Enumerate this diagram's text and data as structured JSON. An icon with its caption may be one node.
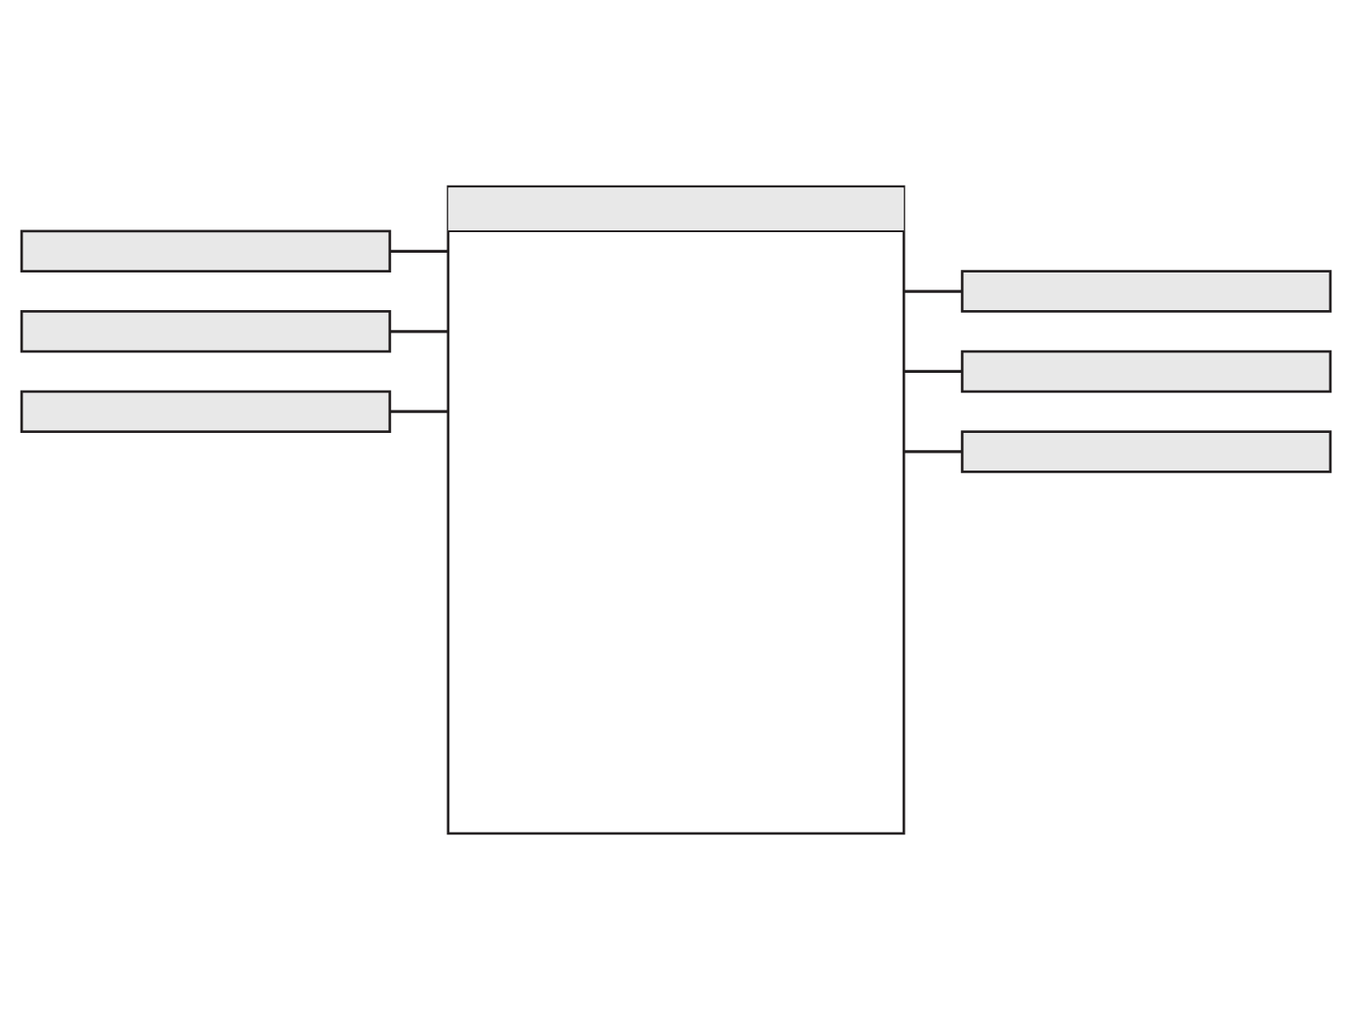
{
  "diagram": {
    "nodes": [
      {
        "text": [],
        "shape": "box"
      },
      {
        "text": [],
        "shape": "box"
      },
      {
        "text": [],
        "shape": "box"
      },
      {
        "text": [],
        "shape": "box"
      },
      {
        "text": [],
        "shape": "box"
      },
      {
        "text": [],
        "shape": "box"
      },
      {
        "text": [],
        "shape": "box"
      }
    ],
    "edges": [
      {
        "from": 0,
        "to": 3,
        "arrow": "none"
      },
      {
        "from": 1,
        "to": 3,
        "arrow": "none"
      },
      {
        "from": 2,
        "to": 3,
        "arrow": "none"
      },
      {
        "from": 3,
        "to": 4,
        "arrow": "none"
      },
      {
        "from": 3,
        "to": 5,
        "arrow": "none"
      },
      {
        "from": 3,
        "to": 6,
        "arrow": "none"
      }
    ]
  }
}
